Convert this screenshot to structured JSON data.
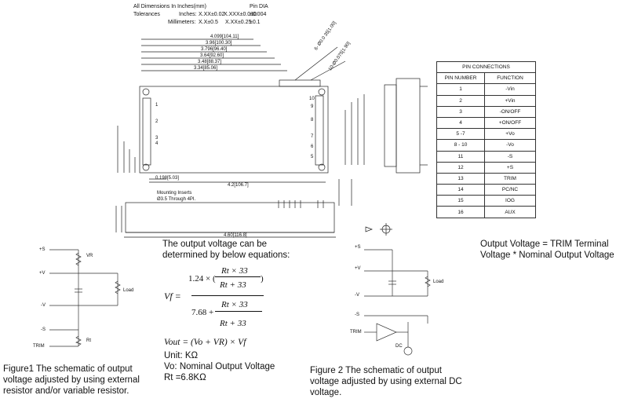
{
  "tolerances": {
    "header_left": "All Dimensions In Inches(mm)",
    "header_right": "Pin DIA",
    "label": "Tolerances",
    "inches_label": "Inches:",
    "inches_xx": "X.XX±0.02",
    "inches_xxx": "X.XXX±0.010",
    "inches_pin": "±0.004",
    "mm_label": "Millimeters:",
    "mm_x": "X.X±0.5",
    "mm_xx": "X.XX±0.25",
    "mm_pin": "±0.1"
  },
  "top_dims": [
    "4.099[104.11]",
    "3.96[100.30]",
    "3.796[96.40]",
    "3.64[92.60]",
    "3.48[88.37]",
    "3.34[85.06]"
  ],
  "diag_labels": [
    "6- Ø0.0 35[1.00]",
    "10-Ø0.075[1.90]"
  ],
  "left_pins": [
    "1",
    "2",
    "3",
    "4"
  ],
  "right_pins": [
    "10",
    "9",
    "8",
    "7",
    "6",
    "5"
  ],
  "mid_dims": [
    "0.198[5.03]",
    "4.2[106.7]",
    "4.60[116.8]"
  ],
  "mounting_note": [
    "Mounting Inserts",
    "Ø3.5 Through 4PI."
  ],
  "pin_table": {
    "title": "PIN CONNECTIONS",
    "headers": [
      "PIN NUMBER",
      "FUNCTION"
    ],
    "rows": [
      [
        "1",
        "-Vin"
      ],
      [
        "2",
        "+Vin"
      ],
      [
        "3",
        "-ON/OFF"
      ],
      [
        "4",
        "+ON/OFF"
      ],
      [
        "5 -7",
        "+Vo"
      ],
      [
        "8 - 10",
        "-Vo"
      ],
      [
        "11",
        "-S"
      ],
      [
        "12",
        "+S"
      ],
      [
        "13",
        "TRIM"
      ],
      [
        "14",
        "PC/NC"
      ],
      [
        "15",
        "IOG"
      ],
      [
        "16",
        "AUX"
      ]
    ]
  },
  "output_voltage_note": [
    "Output Voltage = TRIM Terminal",
    "Voltage * Nominal Output Voltage"
  ],
  "fig1": {
    "labels": [
      "+S",
      "+V",
      "-V",
      "-S",
      "TRIM",
      "VR",
      "Load",
      "Rt"
    ],
    "caption": [
      "Figure1 The schematic of output",
      "voltage adjusted by using external",
      "resistor and/or variable resistor."
    ]
  },
  "fig2": {
    "labels": [
      "+S",
      "+V",
      "-V",
      "-S",
      "TRIM",
      "Load",
      "DC"
    ],
    "caption": [
      "Figure 2 The schematic of output",
      "voltage adjusted by using external DC",
      "voltage."
    ]
  },
  "equations": {
    "intro": [
      "The output voltage can be",
      "determined by below equations:"
    ],
    "num1": "Rt × 33",
    "coef1": "1.24 × (",
    "close": ")",
    "den1": "Rt + 33",
    "vf": "Vf =",
    "num2": "Rt × 33",
    "coef2": "7.68 +",
    "den2": "Rt + 33",
    "vout": "Vout = (Vo + VR) × Vf",
    "unit": "Unit: KΩ",
    "vo_def": "Vo: Nominal Output Voltage",
    "rt_def": "Rt =6.8KΩ"
  }
}
